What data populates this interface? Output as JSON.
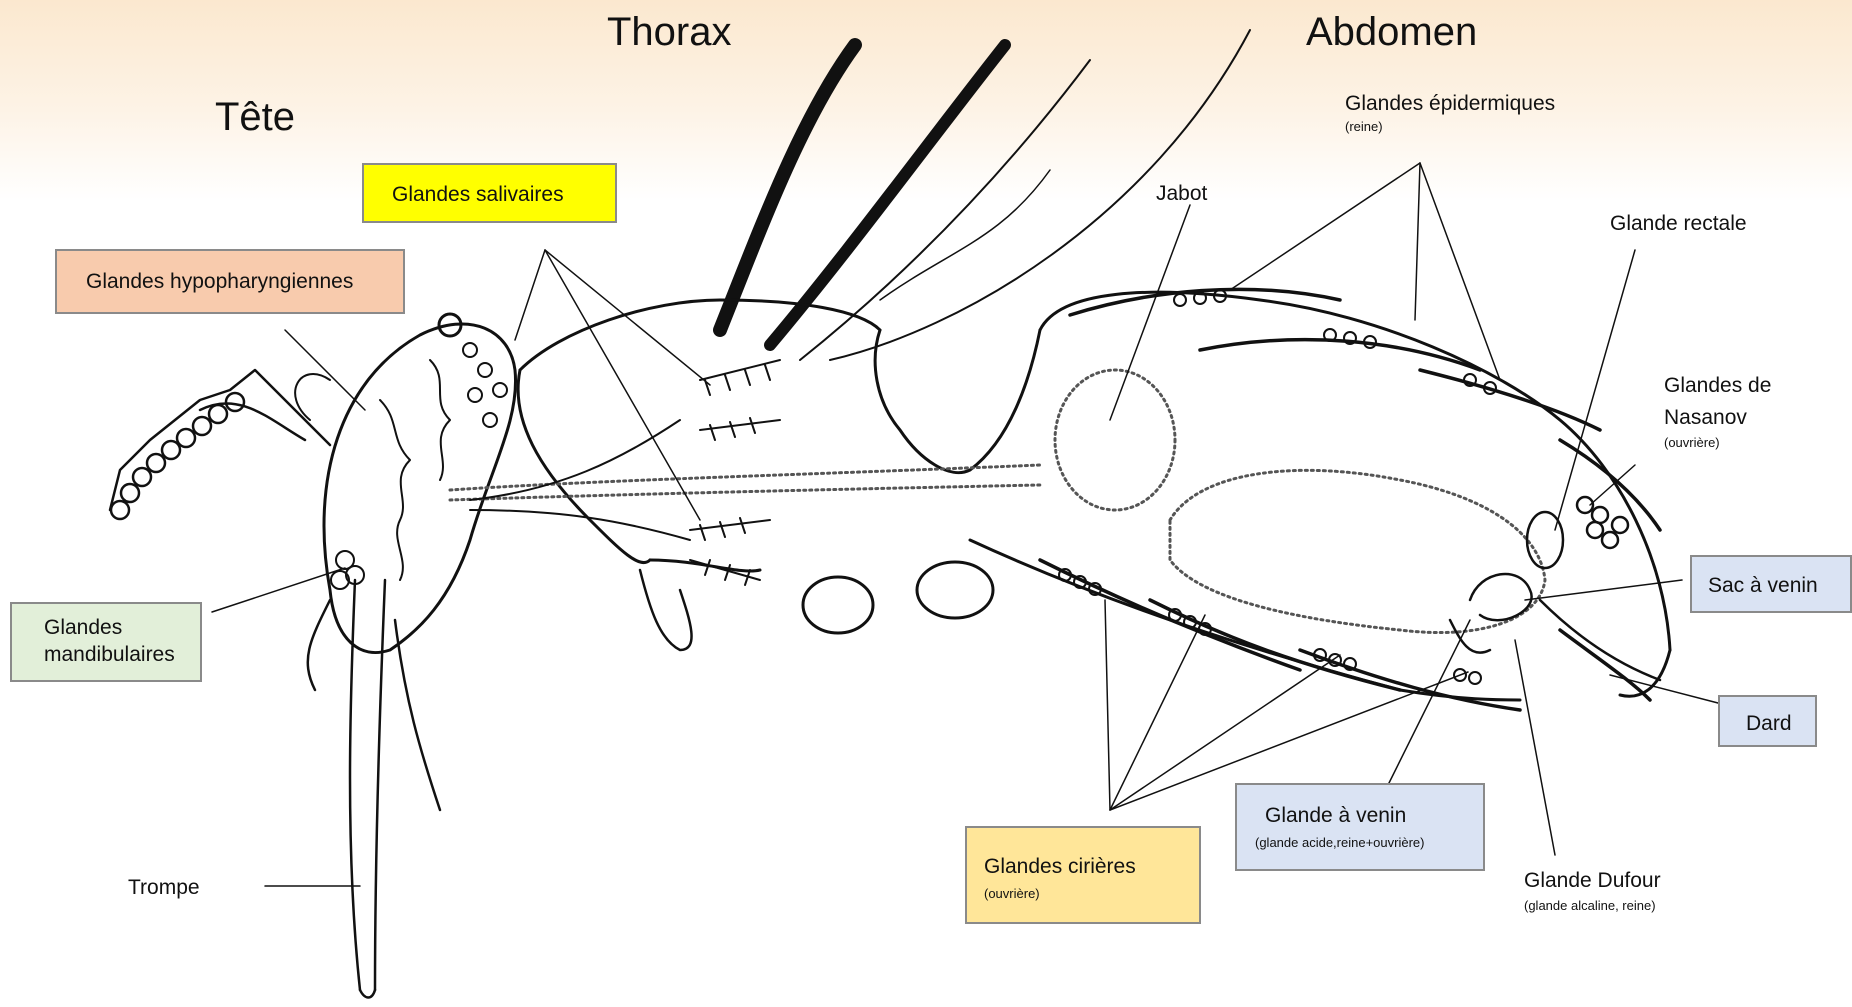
{
  "colors": {
    "salivaires": "#ffff00",
    "hypopharyngiennes": "#f8cbad",
    "mandibulaires": "#e2efd9",
    "cirieres": "#ffe699",
    "venin": "#dae3f3",
    "background_top": "#fbe8cf"
  },
  "regions": {
    "tete": "Tête",
    "thorax": "Thorax",
    "abdomen": "Abdomen"
  },
  "labels": {
    "salivaires": "Glandes salivaires",
    "hypopharyngiennes": "Glandes hypopharyngiennes",
    "mandibulaires": "Glandes mandibulaires",
    "trompe": "Trompe",
    "jabot": "Jabot",
    "epidermiques": "Glandes épidermiques",
    "epidermiques_note": "(reine)",
    "rectale": "Glande rectale",
    "nasanov": "Glandes de Nasanov",
    "nasanov_note": "(ouvrière)",
    "sac_venin": "Sac à venin",
    "dard": "Dard",
    "glande_venin": "Glande à venin",
    "glande_venin_note": "(glande acide,reine+ouvrière)",
    "dufour": "Glande Dufour",
    "dufour_note": "(glande alcaline, reine)",
    "cirieres": "Glandes cirières",
    "cirieres_note": "(ouvrière)"
  }
}
